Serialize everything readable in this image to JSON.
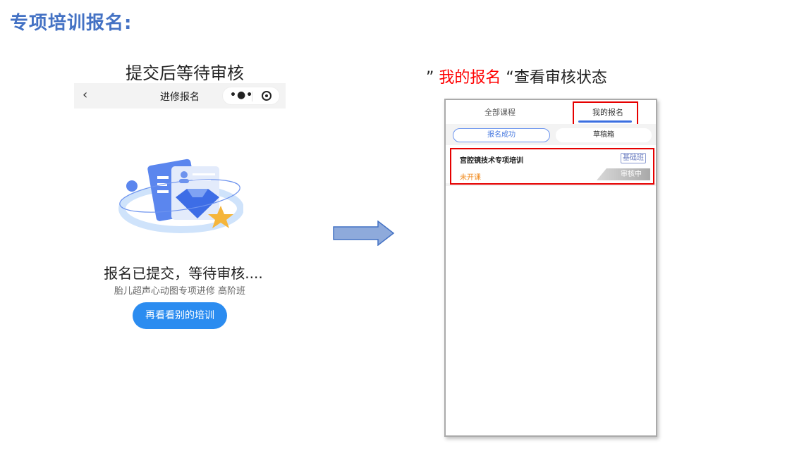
{
  "slide": {
    "title": "专项培训报名:",
    "left_caption": "提交后等待审核",
    "right_caption": {
      "open_quote": "”",
      "highlight": "我的报名",
      "rest": "“查看审核状态"
    }
  },
  "left_phone": {
    "navbar": {
      "back_icon": "‹",
      "title": "进修报名",
      "more_icon": "•●•",
      "target_icon": "record-circle"
    },
    "illustration": "document-diamond-star-illustration",
    "message": "报名已提交，等待审核....",
    "course_line": "胎儿超声心动图专项进修  高阶班",
    "button_label": "再看看别的培训",
    "colors": {
      "button": "#2b8cf0"
    }
  },
  "arrow": {
    "direction": "right",
    "color": "#8eaadb"
  },
  "right_phone": {
    "tabs": [
      {
        "label": "全部课程",
        "active": false
      },
      {
        "label": "我的报名",
        "active": true
      }
    ],
    "sub_tabs": [
      {
        "label": "报名成功",
        "active": true
      },
      {
        "label": "草稿箱",
        "active": false
      }
    ],
    "cards": [
      {
        "title": "宫腔镜技术专项培训",
        "badge": "基础班",
        "status": "未开课",
        "audit_status": "审核中"
      }
    ],
    "colors": {
      "highlight_box": "#e60000",
      "tab_underline": "#3b6fe0",
      "status": "#f08a1c"
    }
  }
}
